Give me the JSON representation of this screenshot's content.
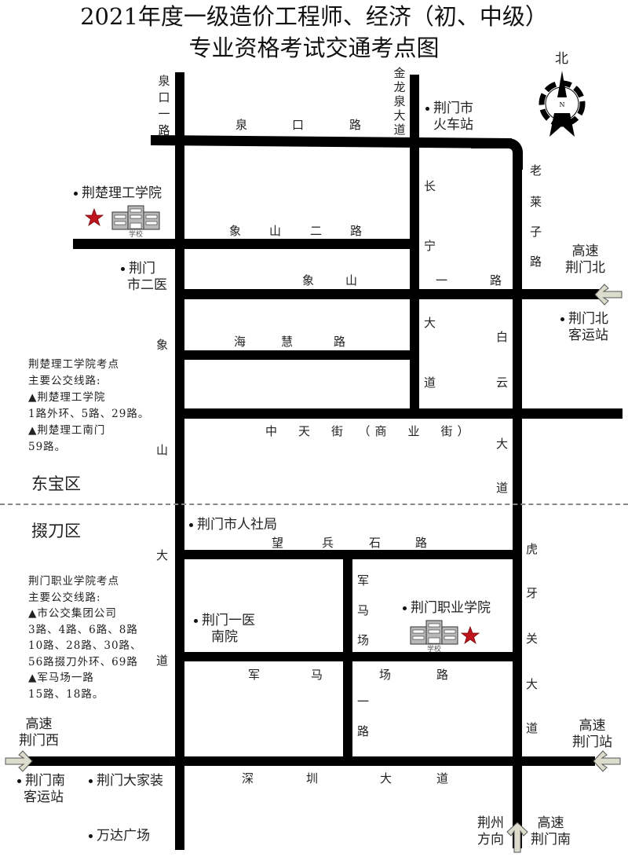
{
  "title": {
    "line1": "2021年度一级造价工程师、经济（初、中级）",
    "line2": "专业资格考试交通考点图"
  },
  "compass": {
    "label": "北",
    "center_letter": "N"
  },
  "roads": {
    "quankou_yilu": [
      "泉",
      "口",
      "一",
      "路"
    ],
    "quankou_lu": [
      "泉",
      "口",
      "路"
    ],
    "jinlongquan": [
      "金",
      "龙",
      "泉",
      "大",
      "道"
    ],
    "changning": [
      "长",
      "宁",
      "大",
      "道"
    ],
    "laolaizi": [
      "老",
      "莱",
      "子",
      "路"
    ],
    "xiangshan_erlu": [
      "象",
      "山",
      "二",
      "路"
    ],
    "xiangshan_yilu": [
      "象",
      "山",
      "一",
      "路"
    ],
    "haihui": [
      "海",
      "慧",
      "路"
    ],
    "baiyun": [
      "白",
      "云",
      "大",
      "道"
    ],
    "zhongtian": "中　天　街　（商　业　街）",
    "xiangshan_dadao": [
      "象",
      "山",
      "大",
      "道"
    ],
    "wangbingshi": [
      "望",
      "兵",
      "石",
      "路"
    ],
    "hufaguan": [
      "虎",
      "牙",
      "关",
      "大",
      "道"
    ],
    "junmachang_v": [
      "军",
      "马",
      "场"
    ],
    "junmachang_h": [
      "军",
      "马",
      "场",
      "路"
    ],
    "junmachang_yilu": [
      "一",
      "路"
    ],
    "shenzhen": [
      "深",
      "圳",
      "大",
      "道"
    ]
  },
  "pois": {
    "train_station": [
      "荆门市",
      "火车站"
    ],
    "jingchu_college": "荆楚理工学院",
    "second_hospital": [
      "荆门",
      "市二医"
    ],
    "north_bus": [
      "荆门北",
      "客运站"
    ],
    "hrss": "荆门市人社局",
    "vocational_college": "荆门职业学院",
    "first_hospital": [
      "荆门一医",
      "南院"
    ],
    "south_bus": [
      "荆门南",
      "客运站"
    ],
    "dajiazhuang": "荆门大家装",
    "wanda": "万达广场"
  },
  "exits": {
    "north": [
      "高速",
      "荆门北"
    ],
    "west": [
      "高速",
      "荆门西"
    ],
    "station": [
      "高速",
      "荆门站"
    ],
    "south": [
      "高速",
      "荆门南"
    ],
    "jingzhou": [
      "荆州",
      "方向"
    ]
  },
  "school_icon_label": "学校",
  "districts": {
    "dongbao": "东宝区",
    "duodao": "掇刀区"
  },
  "notes": {
    "jingchu": [
      "荆楚理工学院考点",
      "主要公交线路:",
      "▲荆楚理工学院",
      "1路外环、5路、29路。",
      "▲荆楚理工南门",
      "59路。"
    ],
    "vocational": [
      "荆门职业学院考点",
      "主要公交线路:",
      "▲市公交集团公司",
      "3路、4路、6路、8路",
      "10路、28路、30路、",
      "56路掇刀外环、69路",
      "▲军马场一路",
      "15路、18路。"
    ]
  },
  "colors": {
    "road": "#000000",
    "star": "#c0141e",
    "arrow_fill": "#dcdccc",
    "building": "#b8b8b8",
    "divider": "#888888"
  }
}
